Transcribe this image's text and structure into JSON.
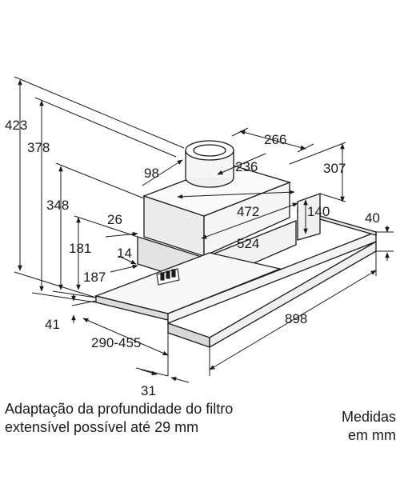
{
  "dimensions": {
    "d423": "423",
    "d378": "378",
    "d348": "348",
    "d181": "181",
    "d187": "187",
    "d41": "41",
    "d290_455": "290-455",
    "d31": "31",
    "d98": "98",
    "d26": "26",
    "d14": "14",
    "d266": "266",
    "d236": "236",
    "d307": "307",
    "d472": "472",
    "d524": "524",
    "d140": "140",
    "d40": "40",
    "d898": "898"
  },
  "captions": {
    "filter_note_line1": "Adaptação da profundidade do filtro",
    "filter_note_line2": "extensível possível até 29 mm",
    "units_line1": "Medidas",
    "units_line2": "em mm"
  }
}
